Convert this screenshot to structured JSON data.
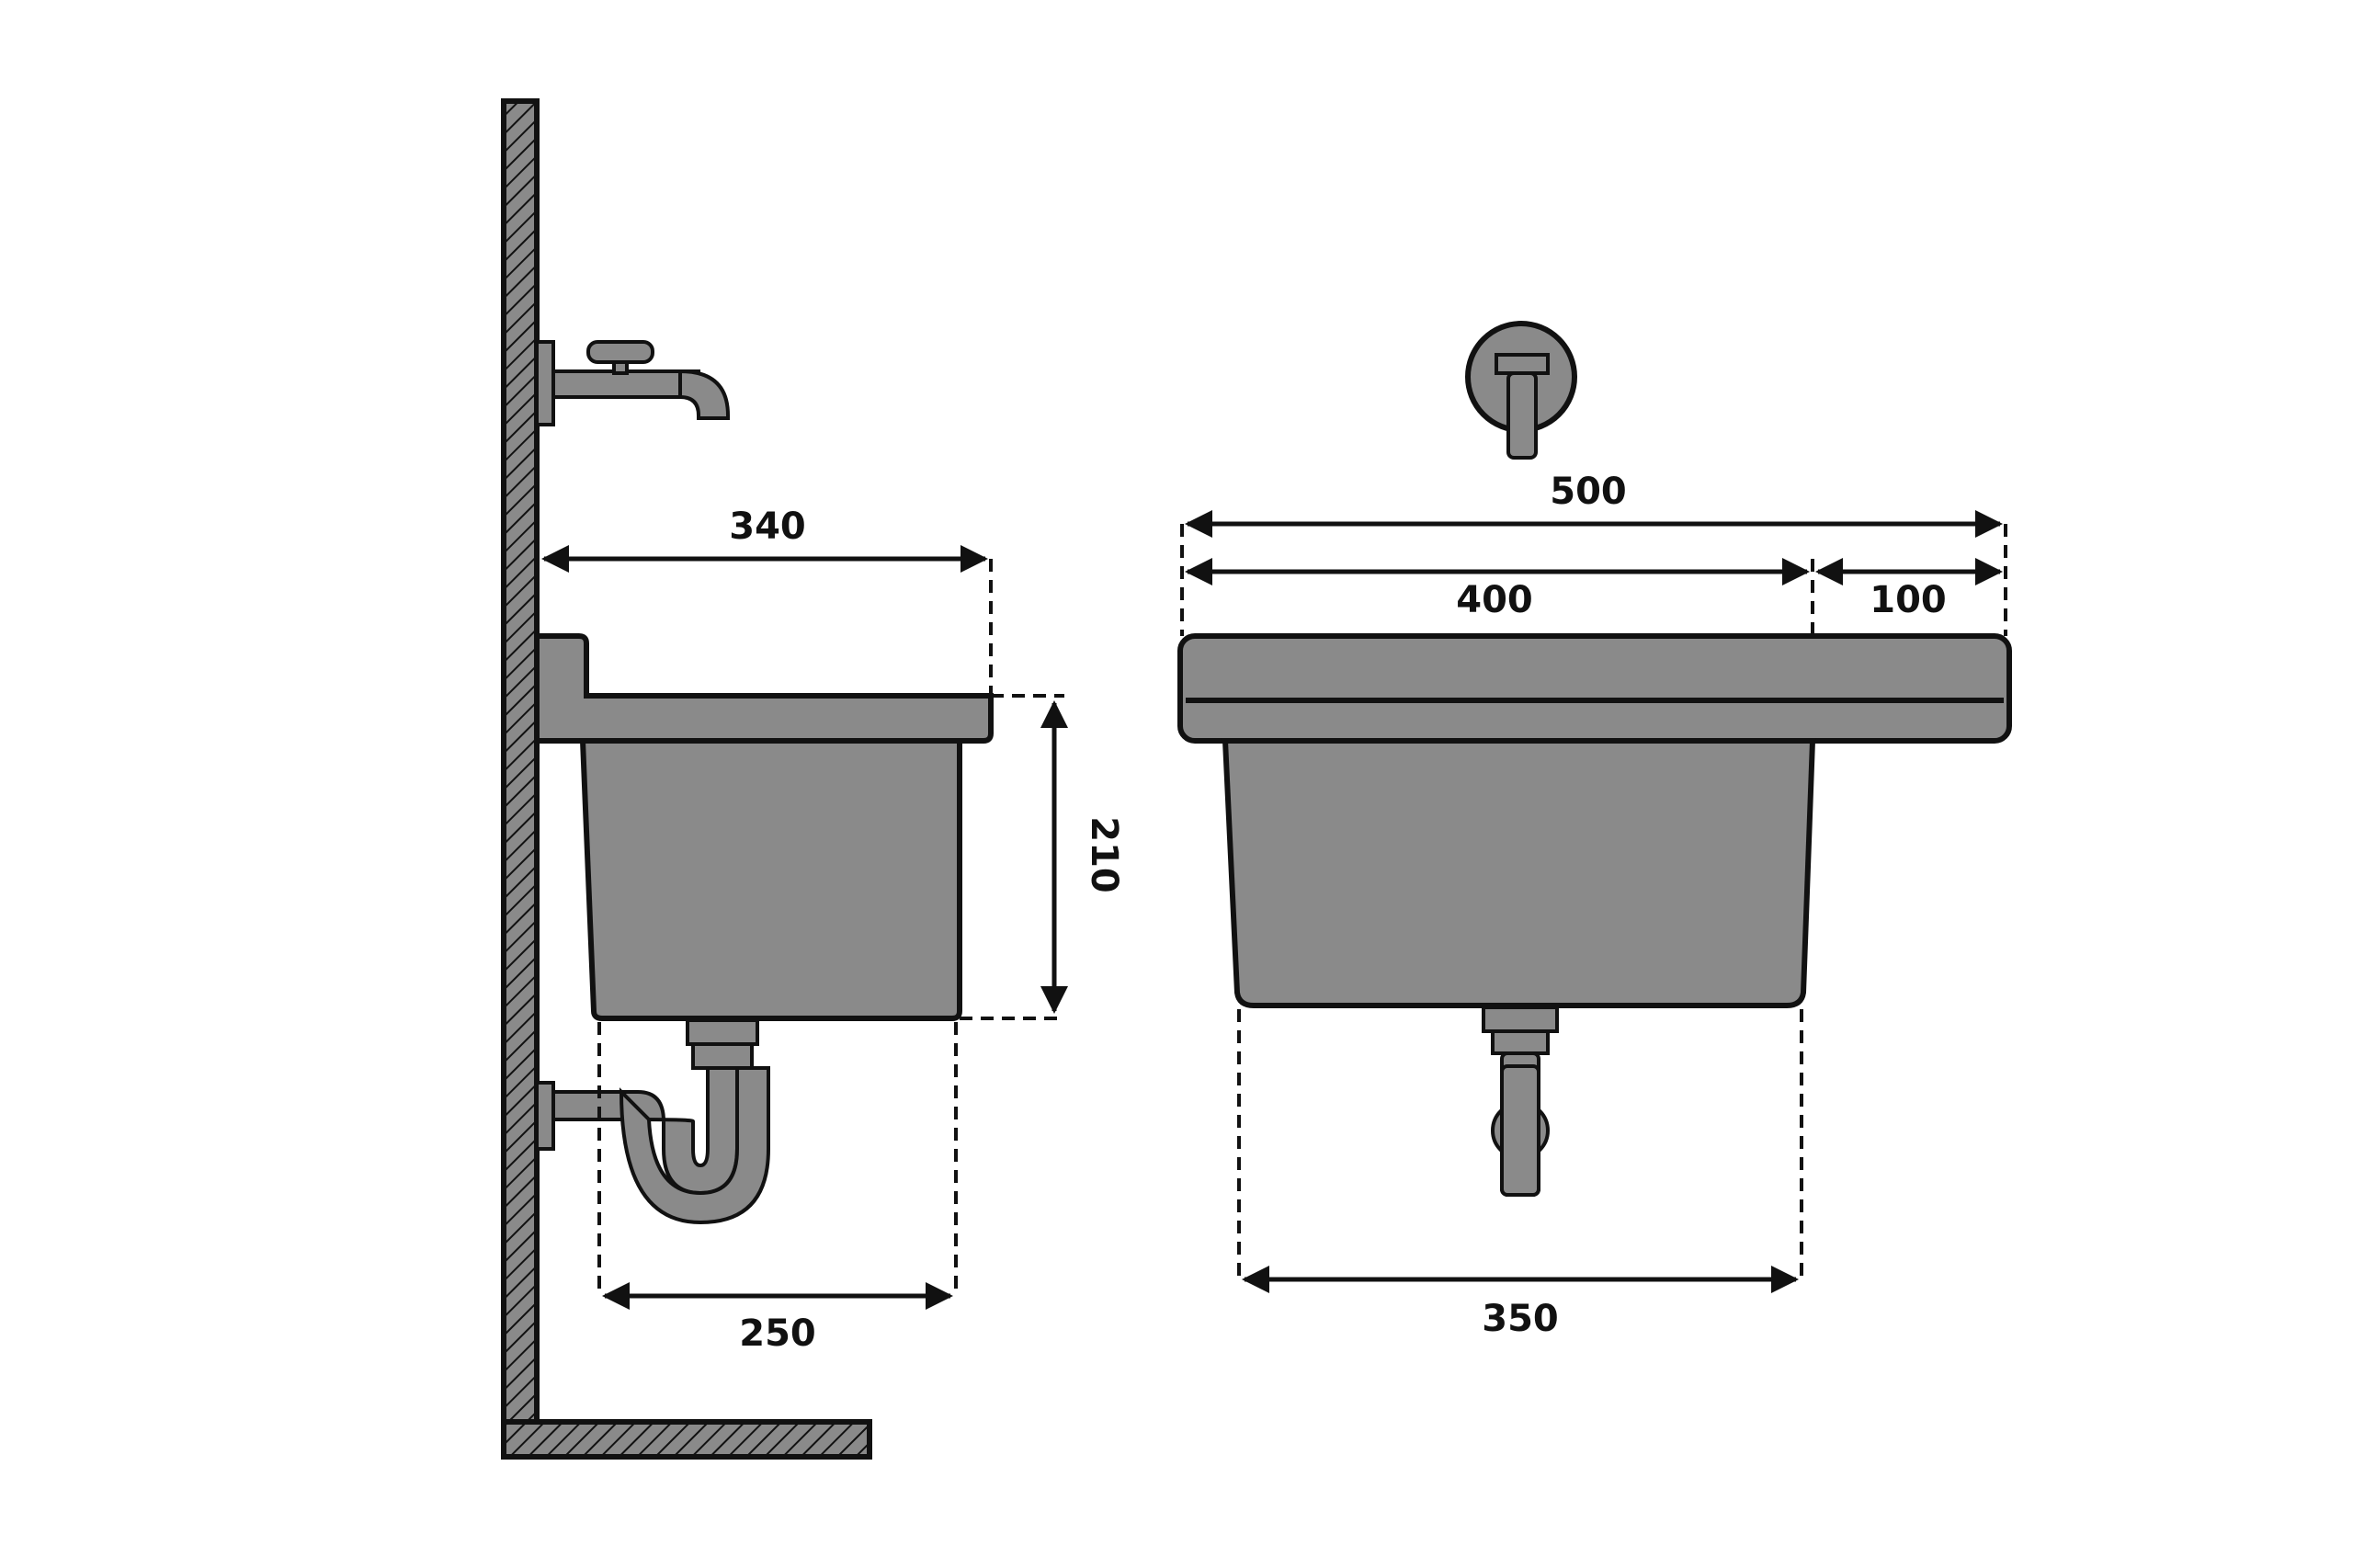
{
  "dimensions": {
    "side_depth": "340",
    "side_height": "210",
    "side_bottom": "250",
    "front_total": "500",
    "front_basin": "400",
    "front_ledge": "100",
    "front_bottom": "350"
  },
  "colors": {
    "fill": "#8a8a8a",
    "stroke": "#111111",
    "wall": "#8a8a8a",
    "background": "#ffffff"
  }
}
